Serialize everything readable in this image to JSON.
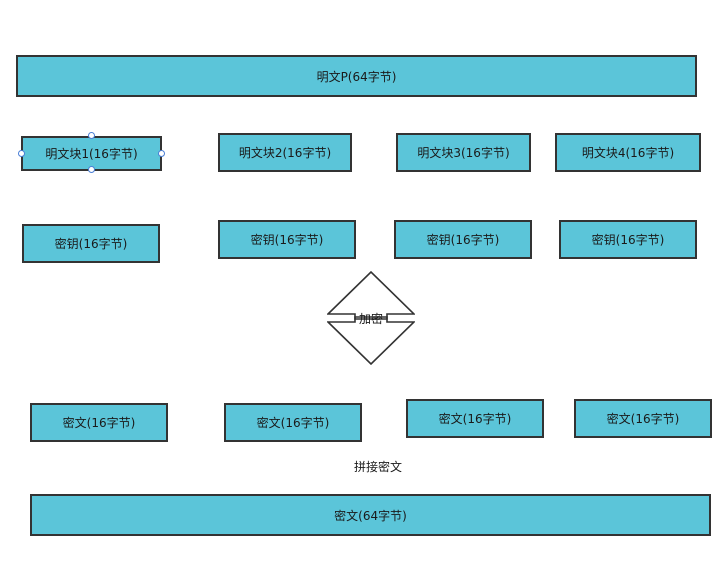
{
  "plaintext": {
    "label": "明文P(64字节)"
  },
  "plaintext_blocks": [
    {
      "label": "明文块1(16字节)"
    },
    {
      "label": "明文块2(16字节)"
    },
    {
      "label": "明文块3(16字节)"
    },
    {
      "label": "明文块4(16字节)"
    }
  ],
  "keys": [
    {
      "label": "密钥(16字节)"
    },
    {
      "label": "密钥(16字节)"
    },
    {
      "label": "密钥(16字节)"
    },
    {
      "label": "密钥(16字节)"
    }
  ],
  "encrypt": {
    "label": "加密"
  },
  "ciphertext_blocks": [
    {
      "label": "密文(16字节)"
    },
    {
      "label": "密文(16字节)"
    },
    {
      "label": "密文(16字节)"
    },
    {
      "label": "密文(16字节)"
    }
  ],
  "concat": {
    "label": "拼接密文"
  },
  "ciphertext": {
    "label": "密文(64字节)"
  },
  "colors": {
    "box_fill": "#5bc5d9",
    "box_border": "#333333",
    "selection_handle": "#4a7fd6"
  }
}
